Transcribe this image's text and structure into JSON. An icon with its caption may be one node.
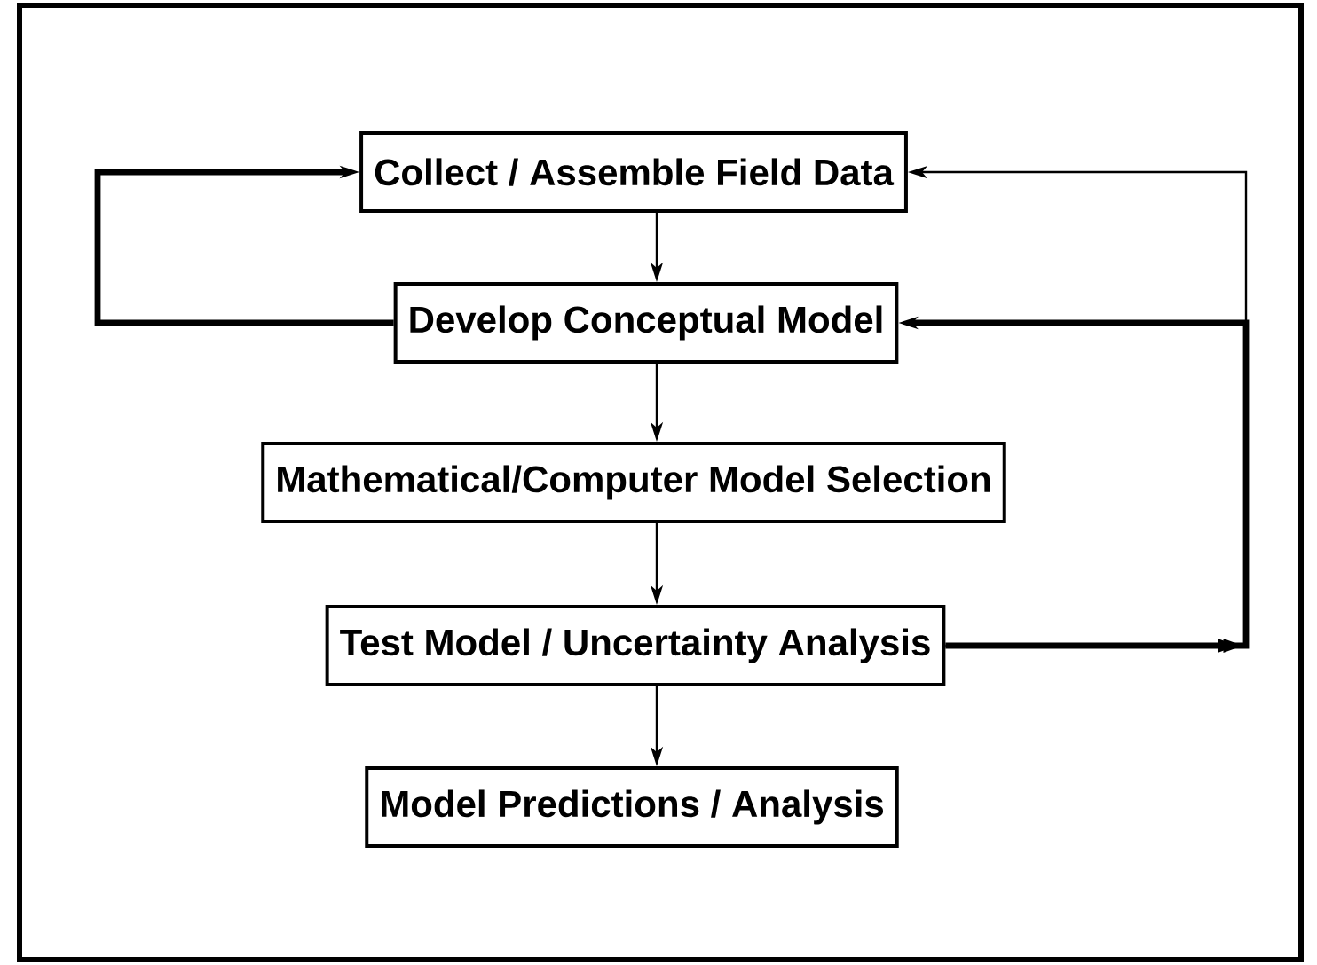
{
  "diagram": {
    "nodes": [
      {
        "text": [
          "Collect / Assemble Field Data"
        ]
      },
      {
        "text": [
          "Develop Conceptual Model"
        ]
      },
      {
        "text": [
          "Mathematical/Computer Model Selection"
        ]
      },
      {
        "text": [
          "Test Model / Uncertainty Analysis"
        ]
      },
      {
        "text": [
          "Model Predictions / Analysis"
        ]
      }
    ],
    "edges": [
      {
        "from": 0,
        "to": 1,
        "arrow": "to"
      },
      {
        "from": 1,
        "to": 2,
        "arrow": "to"
      },
      {
        "from": 2,
        "to": 3,
        "arrow": "to"
      },
      {
        "from": 3,
        "to": 4,
        "arrow": "to"
      },
      {
        "from": 1,
        "to": 0,
        "arrow": "to",
        "style": "thick"
      },
      {
        "from": 3,
        "to": 0,
        "arrow": "to"
      },
      {
        "from": 3,
        "to": 1,
        "arrow": "to",
        "style": "thick"
      }
    ]
  }
}
